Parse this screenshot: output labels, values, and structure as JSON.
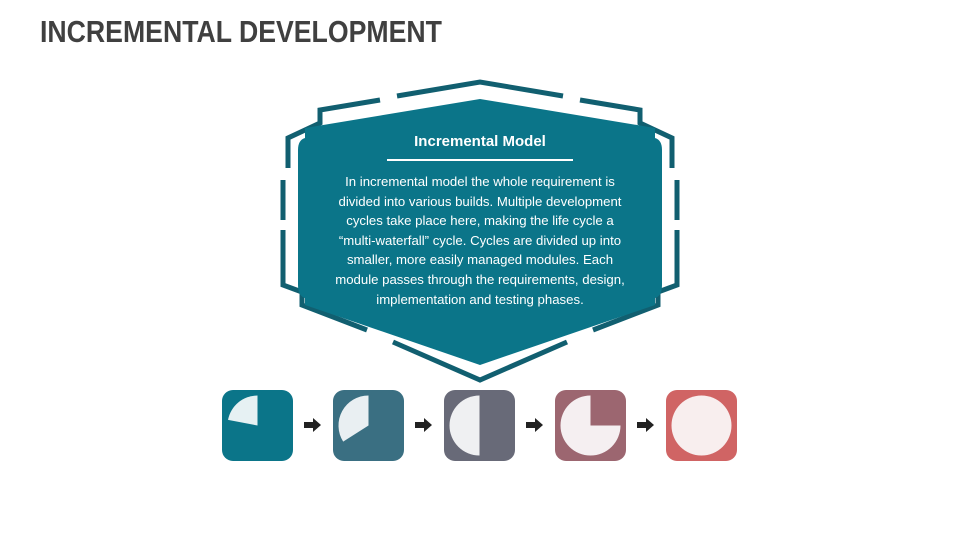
{
  "page": {
    "title": "INCREMENTAL DEVELOPMENT"
  },
  "card": {
    "title": "Incremental Model",
    "body_lines": [
      "In incremental model the whole requirement is",
      "divided into various builds. Multiple development",
      "cycles take place here, making the life cycle a",
      "“multi-waterfall” cycle. Cycles are divided up into",
      "smaller, more easily managed modules. Each",
      "module passes through the requirements, design,",
      "implementation and testing phases."
    ],
    "fill_color": "#0b7589",
    "frame_color": "#115f70"
  },
  "steps": [
    {
      "progress": 0.22,
      "color": "#0b7589",
      "light": "#e6f1f3"
    },
    {
      "progress": 0.34,
      "color": "#3a6f82",
      "light": "#e9eff2"
    },
    {
      "progress": 0.5,
      "color": "#686a78",
      "light": "#eff0f2"
    },
    {
      "progress": 0.75,
      "color": "#9c6670",
      "light": "#f5eff1"
    },
    {
      "progress": 1.0,
      "color": "#d06464",
      "light": "#f8eeee"
    }
  ],
  "arrow_icon": "right-arrow-icon"
}
